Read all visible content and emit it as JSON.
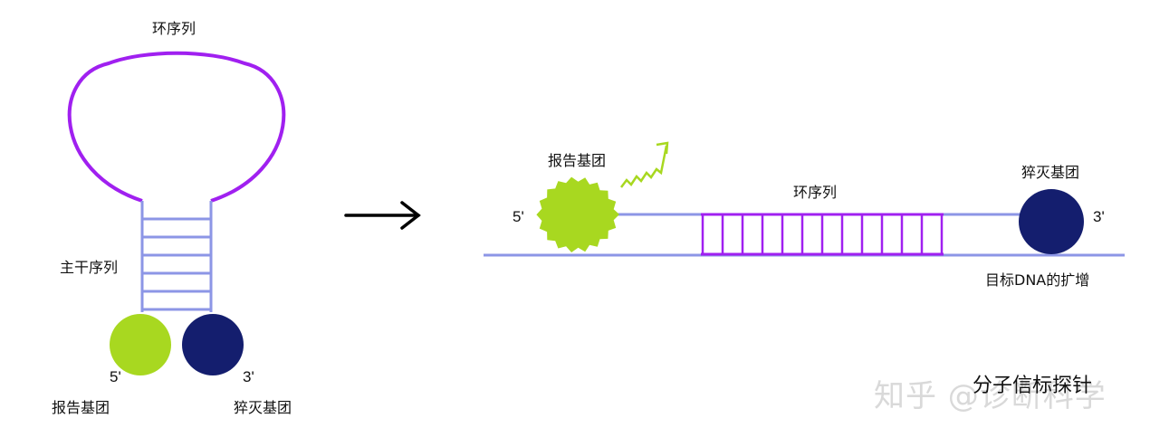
{
  "colors": {
    "loop": "#a020f0",
    "stem": "#8c96e6",
    "reporter": "#a8d820",
    "quencher": "#141e6e",
    "arrow": "#000000",
    "watermark": "#d9d9d9"
  },
  "left": {
    "loop_label": "环序列",
    "stem_label": "主干序列",
    "five_prime": "5'",
    "three_prime": "3'",
    "reporter_label": "报告基团",
    "quencher_label": "猝灭基团"
  },
  "right": {
    "reporter_label": "报告基团",
    "loop_label": "环序列",
    "quencher_label": "猝灭基团",
    "five_prime": "5'",
    "three_prime": "3'",
    "target_label": "目标DNA的扩增"
  },
  "watermark": {
    "text": "知乎 @诊断科学",
    "subtitle": "分子信标探针"
  }
}
